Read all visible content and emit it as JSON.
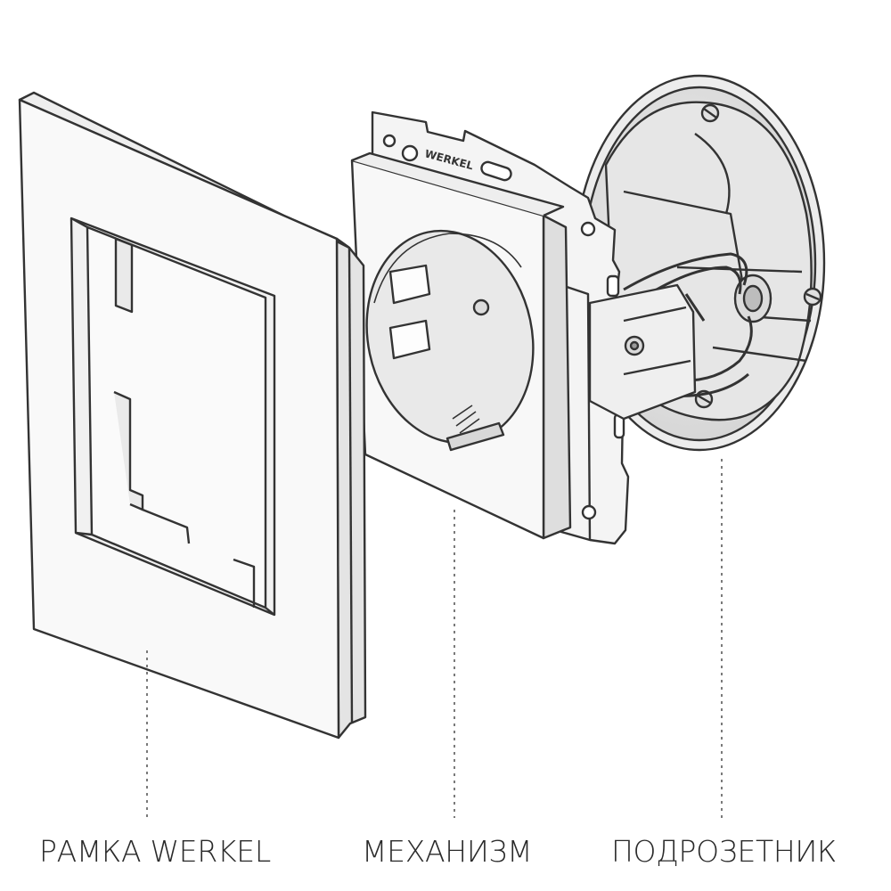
{
  "labels": {
    "frame": "РАМКА WERKEL",
    "mechanism": "МЕХАНИЗМ",
    "mounting_box": "ПОДРОЗЕТНИК"
  },
  "brand_mark": "WERKEL",
  "colors": {
    "stroke": "#333333",
    "surface": "#f7f7f7",
    "shadow": "#d9d9d9",
    "inner": "#eaeaea",
    "leader": "#7a7a7a",
    "label_text": "#2a2a2a"
  }
}
